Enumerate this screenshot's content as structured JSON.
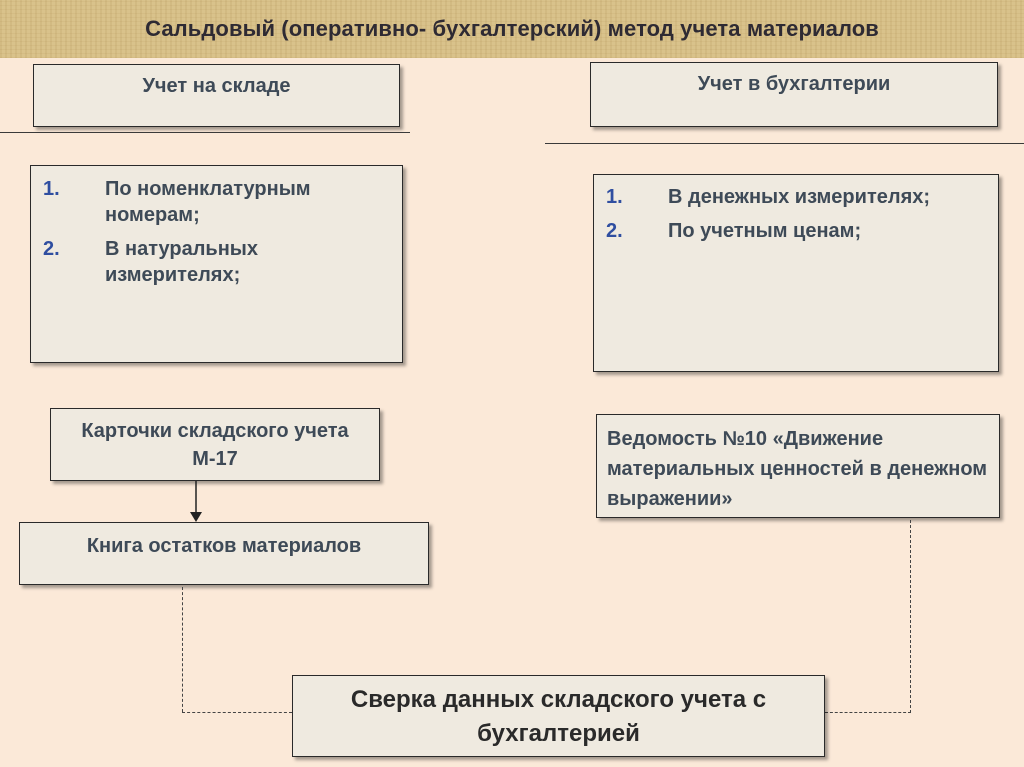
{
  "title": "Сальдовый (оперативно- бухгалтерский) метод учета материалов",
  "left": {
    "heading": "Учет на складе",
    "items": [
      {
        "num": "1.",
        "text": "По номенклатурным номерам;"
      },
      {
        "num": "2.",
        "text": "В натуральных измерителях;"
      }
    ],
    "card": "Карточки складского учета М-17",
    "book": "Книга остатков материалов"
  },
  "right": {
    "heading": "Учет в бухгалтерии",
    "items": [
      {
        "num": "1.",
        "text": "В денежных измерителях;"
      },
      {
        "num": "2.",
        "text": "По учетным ценам;"
      }
    ],
    "statement": "Ведомость №10 «Движение материальных ценностей в денежном выражении»"
  },
  "reconciliation": "Сверка данных складского учета с бухгалтерией",
  "colors": {
    "background": "#fbe9d8",
    "header_band": "#d9c28b",
    "box_fill": "#efeae0",
    "text": "#3e4a57",
    "list_number": "#2f4ea0",
    "reconciliation_text": "#2a2a2a"
  }
}
